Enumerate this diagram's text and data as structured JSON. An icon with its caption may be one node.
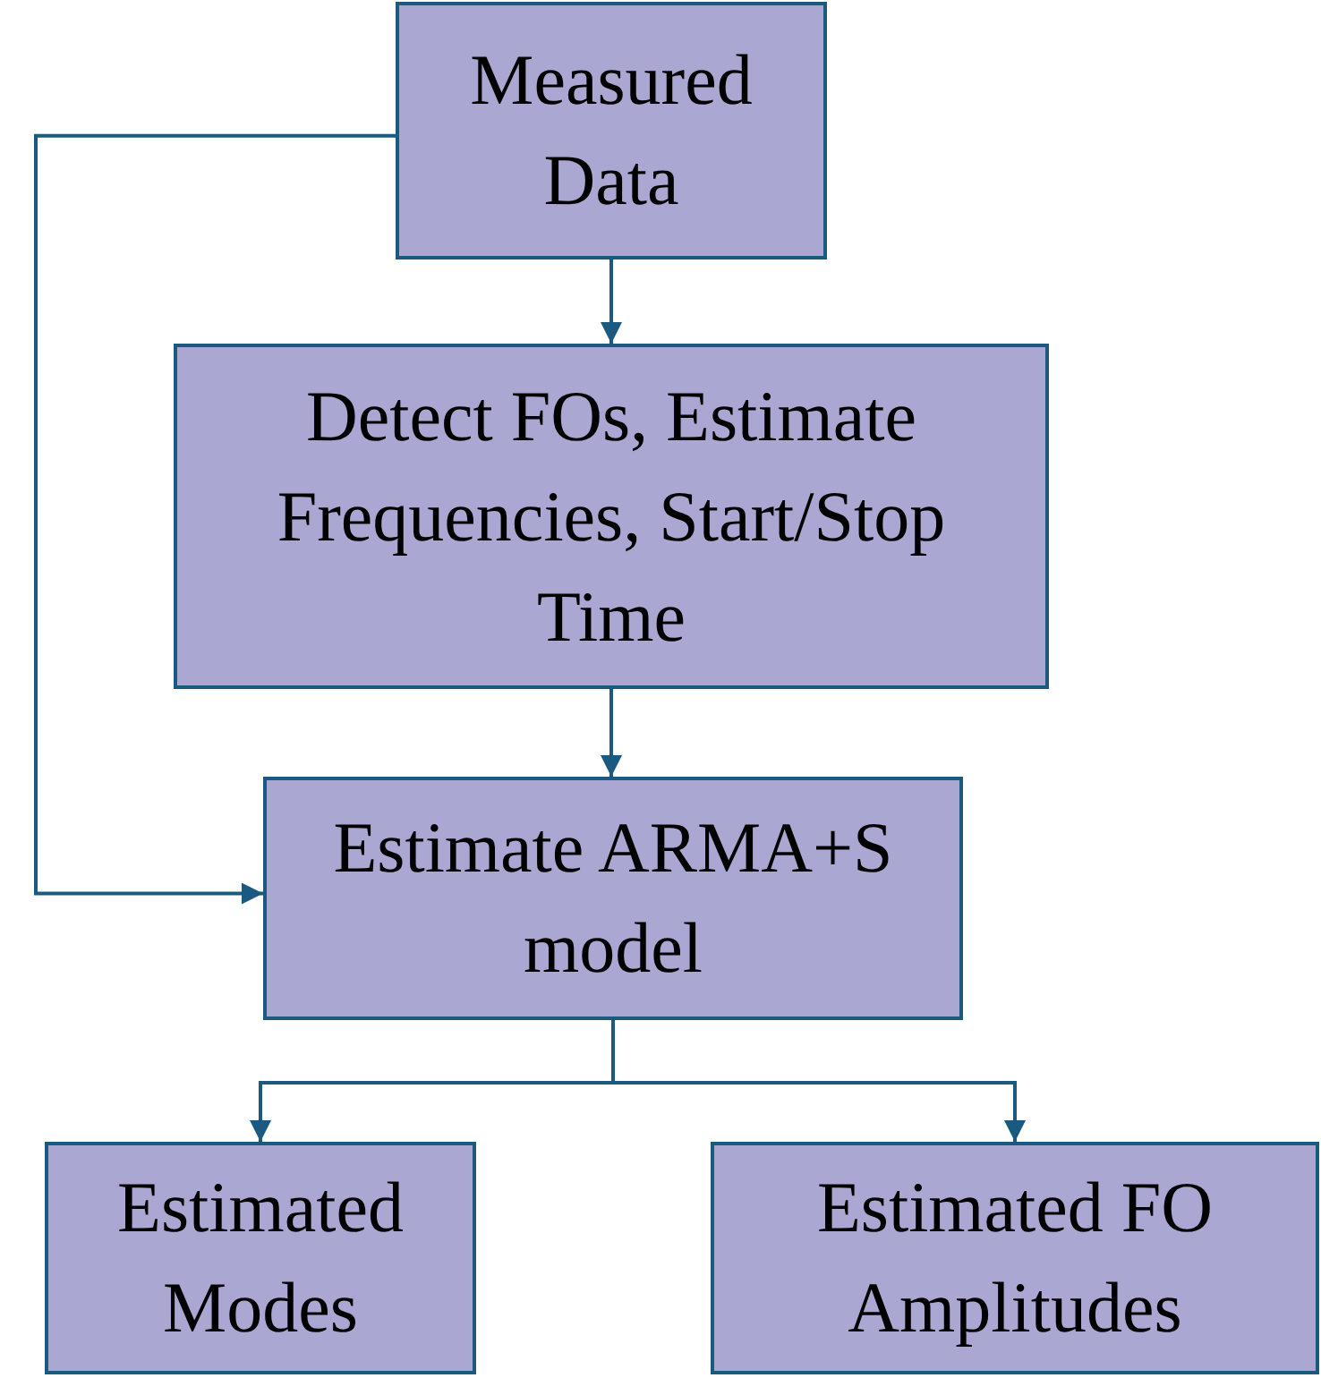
{
  "diagram": {
    "nodes": [
      {
        "text": [
          "Measured Data"
        ]
      },
      {
        "text": [
          "Detect FOs, Estimate Frequencies, Start/Stop Time"
        ]
      },
      {
        "text": [
          "Estimate ARMA+S model"
        ]
      },
      {
        "text": [
          "Estimated Modes"
        ]
      },
      {
        "text": [
          "Estimated FO Amplitudes"
        ]
      }
    ],
    "edges": [
      {
        "from": 0,
        "to": 1,
        "arrow": "to"
      },
      {
        "from": 1,
        "to": 2,
        "arrow": "to"
      },
      {
        "from": 0,
        "to": 2,
        "arrow": "to"
      },
      {
        "from": 2,
        "to": 3,
        "arrow": "to"
      },
      {
        "from": 2,
        "to": 4,
        "arrow": "to"
      }
    ]
  }
}
